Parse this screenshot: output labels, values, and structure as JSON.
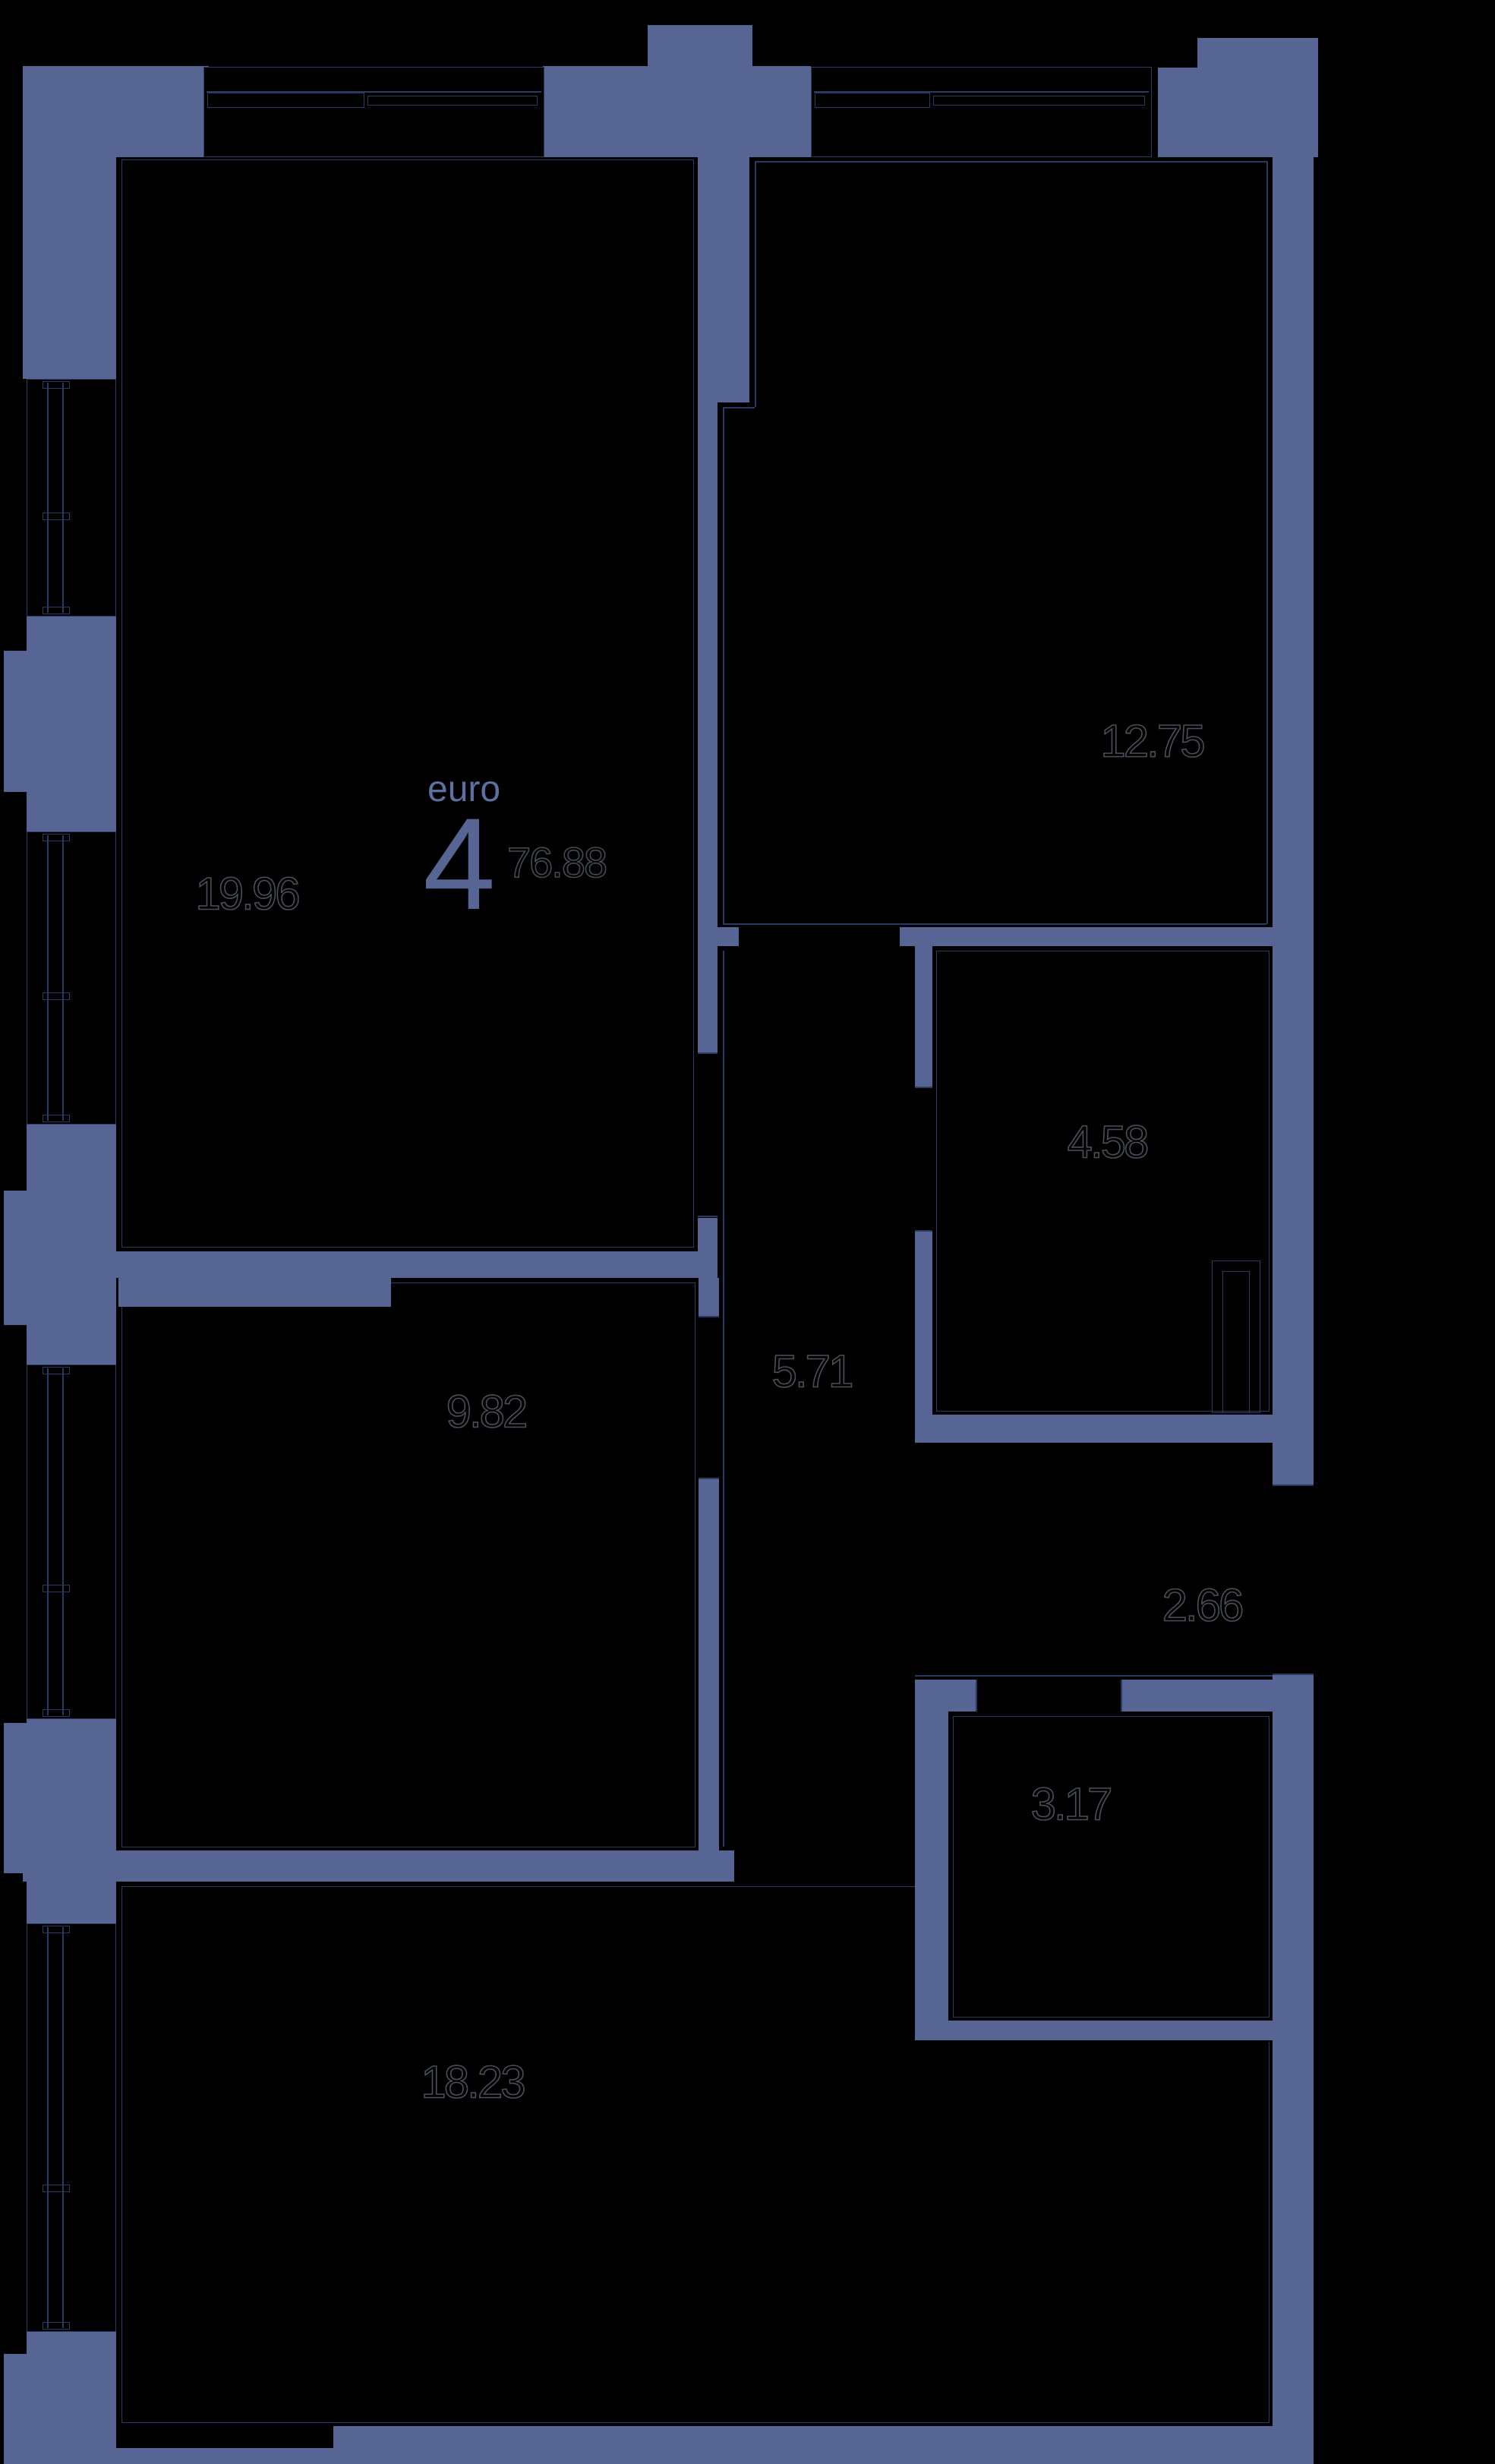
{
  "plan": {
    "unit_type_label": "euro",
    "unit_rooms_count": "4",
    "total_area": "76.88",
    "rooms": [
      {
        "name": "room-19-96",
        "area": "19.96"
      },
      {
        "name": "room-12-75",
        "area": "12.75"
      },
      {
        "name": "room-4-58",
        "area": "4.58"
      },
      {
        "name": "room-5-71",
        "area": "5.71"
      },
      {
        "name": "room-9-82",
        "area": "9.82"
      },
      {
        "name": "room-2-66",
        "area": "2.66"
      },
      {
        "name": "room-3-17",
        "area": "3.17"
      },
      {
        "name": "room-18-23",
        "area": "18.23"
      }
    ],
    "colors": {
      "wall": "#566593",
      "thin_line": "#2b3a63",
      "label_outline": "#4a4f5a",
      "accent": "#5e70a1",
      "background": "#000000"
    }
  }
}
